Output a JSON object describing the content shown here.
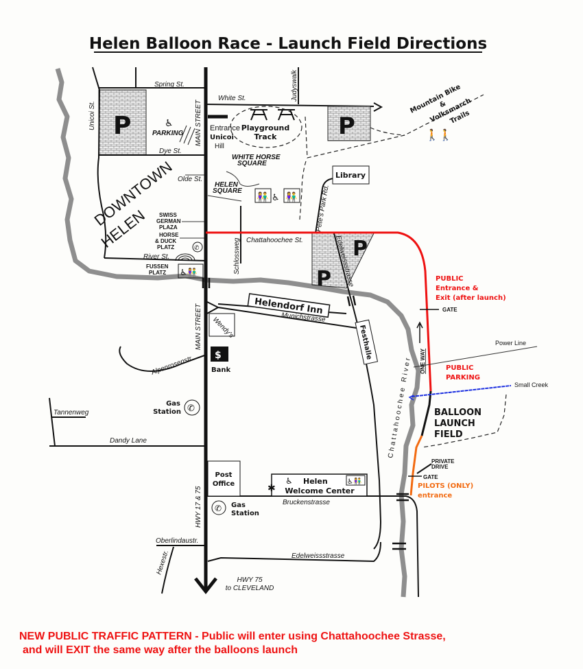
{
  "title": "Helen Balloon Race - Launch Field Directions",
  "colors": {
    "public_route": "#ee1111",
    "pilot_route": "#f26a10",
    "creek": "#1a2ee0",
    "river": "#8e8e8e"
  },
  "streets": {
    "spring": "Spring St.",
    "white": "White St.",
    "judyswalk": "Judyswalk",
    "unicoi": "Unicoi St.",
    "dye": "Dye St.",
    "olde": "Olde St.",
    "river_st": "River St.",
    "chattahoochee": "Chattahoochee St.",
    "schlossweg": "Schlossweg",
    "petes_park": "Pete's Park Rd.",
    "edelweiss_top": "Edelweissstrasse",
    "munich": "Munichstrasse",
    "alpenrosen": "Alpenrosenstr.",
    "tannenweg": "Tannenweg",
    "dandy": "Dandy Lane",
    "brucken": "Bruckenstrasse",
    "oberlindau": "Oberlindaustr.",
    "hexe": "Hexestr.",
    "edelweiss_bottom": "Edelweissstrasse",
    "main_top": "MAIN STREET",
    "main_mid": "MAIN STREET",
    "hwy": "HWY 17 & 75",
    "hwy75_1": "HWY 75",
    "hwy75_2": "to CLEVELAND"
  },
  "places": {
    "parking_p": "P",
    "parking_label": "PARKING",
    "entrance1": "Entrance",
    "entrance2": "Unicoi",
    "entrance3": "Hill",
    "playground1": "Playground",
    "playground2": "Track",
    "white_horse1": "WHITE HORSE",
    "white_horse2": "SQUARE",
    "helen_square1": "HELEN",
    "helen_square2": "SQUARE",
    "downtown1": "DOWNTOWN",
    "downtown2": "HELEN",
    "swiss1": "SWISS",
    "swiss2": "GERMAN",
    "swiss3": "PLAZA",
    "horse1": "HORSE",
    "horse2": "& DUCK",
    "horse3": "PLATZ",
    "fussen1": "FUSSEN",
    "fussen2": "PLATZ",
    "library": "Library",
    "trails1": "Mountain Bike",
    "trails2": "&",
    "trails3": "Volksmarch",
    "trails4": "Trails",
    "helendorf": "Helendorf Inn",
    "festhalle": "Festhalle",
    "wendys": "Wendy's",
    "bank": "Bank",
    "gas1a": "Gas",
    "gas1b": "Station",
    "gas2a": "Gas",
    "gas2b": "Station",
    "post1": "Post",
    "post2": "Office",
    "welcome1": "Helen",
    "welcome2": "Welcome Center",
    "river_name": "Chattahoochee River"
  },
  "launch": {
    "public1": "PUBLIC",
    "public2": "Entrance &",
    "public3": "Exit (after launch)",
    "gate_top": "GATE",
    "one_way": "ONE WAY",
    "power_line": "Power Line",
    "parking1": "PUBLIC",
    "parking2": "PARKING",
    "creek": "Small Creek",
    "field1": "BALLOON",
    "field2": "LAUNCH",
    "field3": "FIELD",
    "private1": "PRIVATE",
    "private2": "DRIVE",
    "gate_bottom": "GATE",
    "pilots1": "PILOTS (ONLY)",
    "pilots2": "entrance"
  },
  "notice": {
    "line1": "NEW PUBLIC TRAFFIC PATTERN - Public will enter using Chattahoochee Strasse,",
    "line2": "and will EXIT the same way after the balloons launch"
  }
}
